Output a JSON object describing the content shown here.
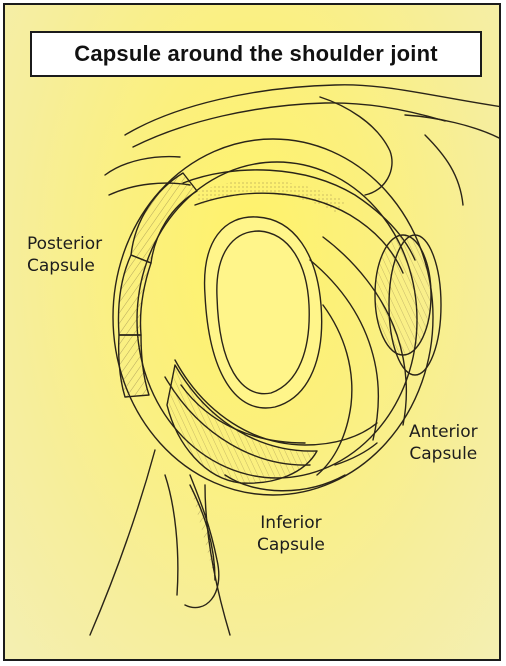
{
  "title": "Capsule around the shoulder joint",
  "labels": {
    "posterior": [
      "Posterior",
      "Capsule"
    ],
    "anterior": [
      "Anterior",
      "Capsule"
    ],
    "inferior": [
      "Inferior",
      "Capsule"
    ]
  },
  "colors": {
    "background": "#fbf07e",
    "line": "#2a2418",
    "frame": "#1b1b1b"
  }
}
